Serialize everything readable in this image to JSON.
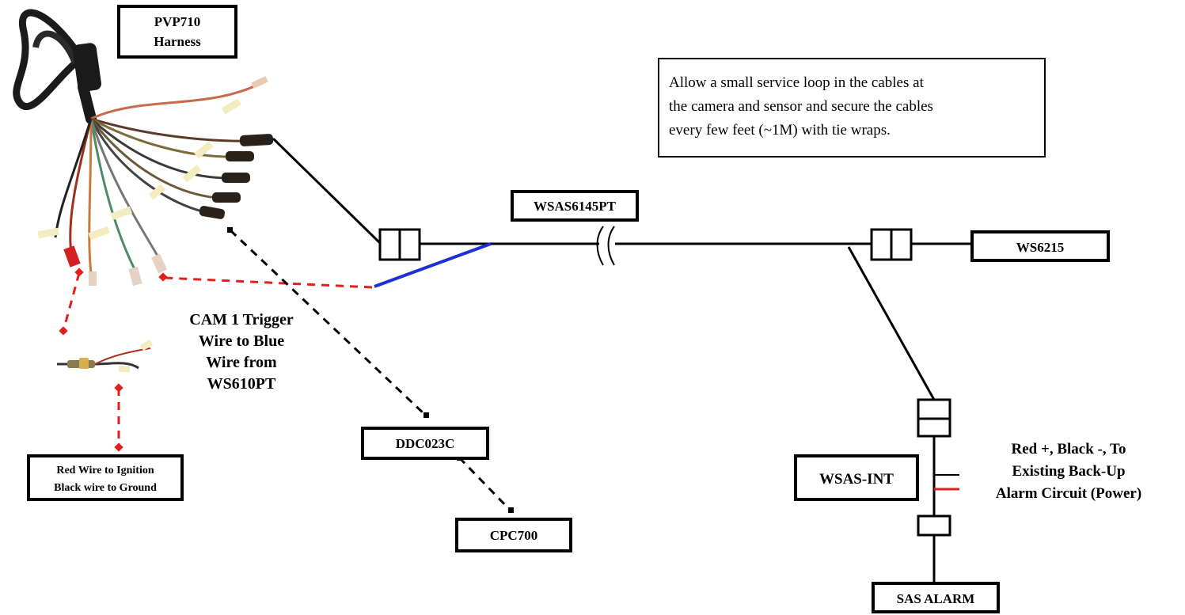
{
  "labels": {
    "harness_line1": "PVP710",
    "harness_line2": "Harness",
    "wsas6145pt": "WSAS6145PT",
    "ws6215": "WS6215",
    "wsas_int": "WSAS-INT",
    "sas_alarm": "SAS ALARM",
    "ddc023c": "DDC023C",
    "cpc700": "CPC700",
    "ignition_line1": "Red Wire to Ignition",
    "ignition_line2": "Black wire to Ground"
  },
  "note": {
    "line1": "Allow a small service  loop in the cables at",
    "line2": "the camera and sensor and secure the cables",
    "line3": "every few feet (~1M) with tie wraps."
  },
  "cam_trigger": {
    "line1": "CAM 1 Trigger",
    "line2": "Wire to Blue",
    "line3": "Wire from",
    "line4": "WS610PT"
  },
  "power_note": {
    "line1": "Red +, Black -, To",
    "line2": "Existing Back-Up",
    "line3": "Alarm Circuit (Power)"
  },
  "colors": {
    "cable": "#000000",
    "blue_wire": "#1f2fd6",
    "red_wire": "#e0201c",
    "dashed_red": "#e0201c"
  }
}
